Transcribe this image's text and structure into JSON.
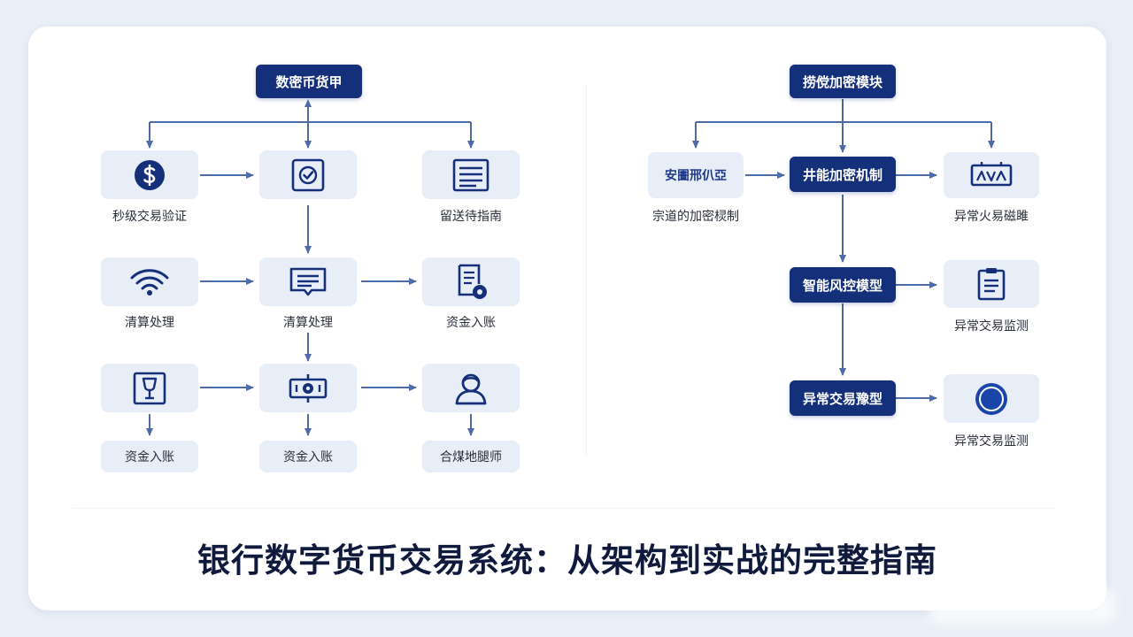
{
  "left": {
    "top_node": "数密币货甲",
    "row1": [
      "秒级交易验证",
      "留送待指南"
    ],
    "row2": [
      "清算处理",
      "清算处理",
      "资金入账"
    ],
    "row3": [
      "资金入账",
      "资金入账",
      "合煤地腿师"
    ]
  },
  "right": {
    "top_node": "捞傥加密模块",
    "row1": {
      "left_tile": "安圕邢仈亞",
      "left_label": "宗道的加密棂制",
      "center": "井能加密机制",
      "right_label": "异常火易磁雎"
    },
    "row2": {
      "center": "智能风控模型",
      "right_label": "异常交易监测"
    },
    "row3": {
      "center": "异常交易豫型",
      "right_label": "异常交易监测"
    }
  },
  "title": "银行数字货币交易系统：从架构到实战的完整指南",
  "colors": {
    "navy": "#15307a",
    "tile": "#e8eef8",
    "arrow": "#4d6aa9",
    "background": "#e9eff7"
  },
  "icons": {
    "l_r1_left": "dollar-circle-icon",
    "l_r1_center": "check-shield-icon",
    "l_r1_right": "document-lines-icon",
    "l_r2_left": "wifi-icon",
    "l_r2_center": "message-icon",
    "l_r2_right": "receipt-coin-icon",
    "l_r3_left": "wine-frame-icon",
    "l_r3_center": "gear-card-icon",
    "l_r3_right": "user-icon",
    "r_r1_right": "circuit-icon",
    "r_r2_right": "clipboard-icon",
    "r_r3_right": "record-circle-icon"
  }
}
